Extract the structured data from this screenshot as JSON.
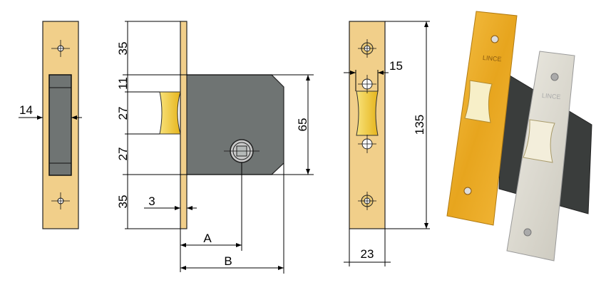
{
  "colors": {
    "brass": "#f1cf8a",
    "body": "#6f7473",
    "latch": "#f4cf3a",
    "silver": "#d9d6cc"
  },
  "front_view": {
    "width_label": "14"
  },
  "side_view": {
    "top_label": "35",
    "offset_label": "11",
    "latch_label": "27",
    "lower_label": "27",
    "bottom_label": "35",
    "plate_thickness_label": "3",
    "body_height_label": "65",
    "backset_label": "A",
    "depth_label": "B"
  },
  "faceplate_view": {
    "latch_width_label": "15",
    "height_label": "135",
    "width_label": "23"
  },
  "photo": {
    "brand": "LINCE"
  }
}
